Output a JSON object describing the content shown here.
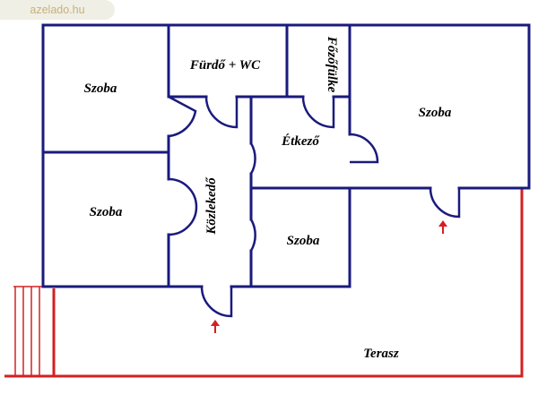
{
  "watermark": "azelado.hu",
  "colors": {
    "wall": "#1a1a7e",
    "door": "#1a1a7e",
    "terrace_outline": "#d42020",
    "entrance_arrow": "#d42020",
    "stairs": "#d42020"
  },
  "rooms": {
    "szoba_top_left": "Szoba",
    "furdo_wc": "Fürdő + WC",
    "fozofulke": "Főzőfülke",
    "szoba_top_right": "Szoba",
    "etkezo": "Étkező",
    "szoba_mid_left": "Szoba",
    "kozlekedo": "Közlekedő",
    "szoba_small": "Szoba",
    "terasz": "Terasz"
  }
}
